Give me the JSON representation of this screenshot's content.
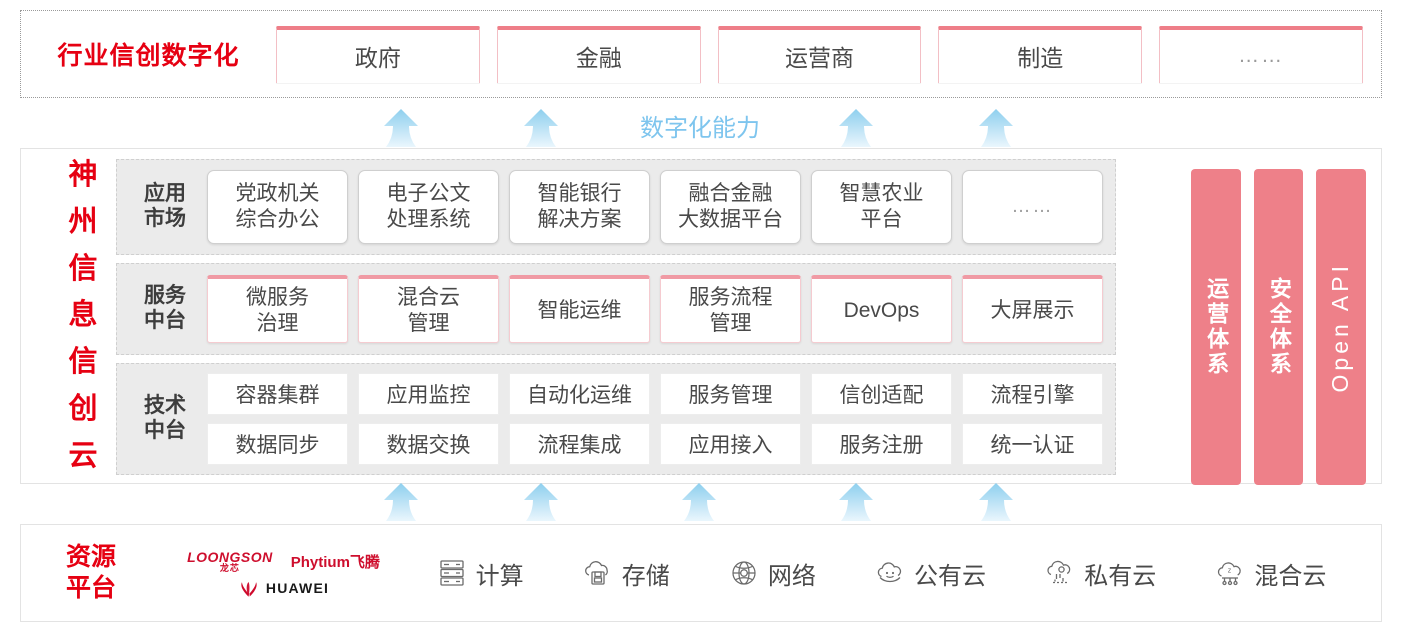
{
  "industry": {
    "title": "行业信创数字化",
    "cards": [
      {
        "label": "政府"
      },
      {
        "label": "金融"
      },
      {
        "label": "运营商"
      },
      {
        "label": "制造"
      },
      {
        "label": "……"
      }
    ]
  },
  "capability": {
    "label": "数字化能力",
    "arrow_icon": "up-arrow-icon",
    "arrow_color": "#BEE2F5",
    "arrow_count_top": 4,
    "arrow_count_bottom": 5
  },
  "cloud": {
    "title_chars": [
      "神",
      "州",
      "信",
      "息",
      "信",
      "创",
      "云"
    ],
    "layers": [
      {
        "key": "app",
        "label": "应用\n市场",
        "label_line1": "应用",
        "label_line2": "市场",
        "cards": [
          {
            "line1": "党政机关",
            "line2": "综合办公"
          },
          {
            "line1": "电子公文",
            "line2": "处理系统"
          },
          {
            "line1": "智能银行",
            "line2": "解决方案"
          },
          {
            "line1": "融合金融",
            "line2": "大数据平台"
          },
          {
            "line1": "智慧农业",
            "line2": "平台"
          },
          {
            "line1": "……",
            "line2": ""
          }
        ]
      },
      {
        "key": "service",
        "label_line1": "服务",
        "label_line2": "中台",
        "cards": [
          {
            "line1": "微服务",
            "line2": "治理"
          },
          {
            "line1": "混合云",
            "line2": "管理"
          },
          {
            "line1": "智能运维",
            "line2": ""
          },
          {
            "line1": "服务流程",
            "line2": "管理"
          },
          {
            "line1": "DevOps",
            "line2": ""
          },
          {
            "line1": "大屏展示",
            "line2": ""
          }
        ]
      },
      {
        "key": "tech",
        "label_line1": "技术",
        "label_line2": "中台",
        "row1": [
          "容器集群",
          "应用监控",
          "自动化运维",
          "服务管理",
          "信创适配",
          "流程引擎"
        ],
        "row2": [
          "数据同步",
          "数据交换",
          "流程集成",
          "应用接入",
          "服务注册",
          "统一认证"
        ]
      }
    ],
    "pillars": [
      {
        "text": "运营体系",
        "latin": false
      },
      {
        "text": "安全体系",
        "latin": false
      },
      {
        "text": "Open API",
        "latin": true
      }
    ],
    "pillar_color": "#EE8089"
  },
  "resource": {
    "title_line1": "资源",
    "title_line2": "平台",
    "logos": [
      {
        "name": "loongson-logo",
        "en": "LOONGSON",
        "cn": "龙芯"
      },
      {
        "name": "phytium-logo",
        "text": "Phytium飞腾"
      },
      {
        "name": "huawei-logo",
        "text": "HUAWEI"
      }
    ],
    "items": [
      {
        "icon": "server-icon",
        "label": "计算"
      },
      {
        "icon": "cloud-storage-icon",
        "label": "存储"
      },
      {
        "icon": "network-icon",
        "label": "网络"
      },
      {
        "icon": "public-cloud-icon",
        "label": "公有云"
      },
      {
        "icon": "private-cloud-icon",
        "label": "私有云"
      },
      {
        "icon": "hybrid-cloud-icon",
        "label": "混合云"
      }
    ]
  },
  "colors": {
    "brand_red": "#E60012",
    "pink": "#EE8089",
    "card_pink_border": "#F09AA4",
    "arrow_blue": "#BEE2F5",
    "layer_bg": "#EBEBEB"
  }
}
